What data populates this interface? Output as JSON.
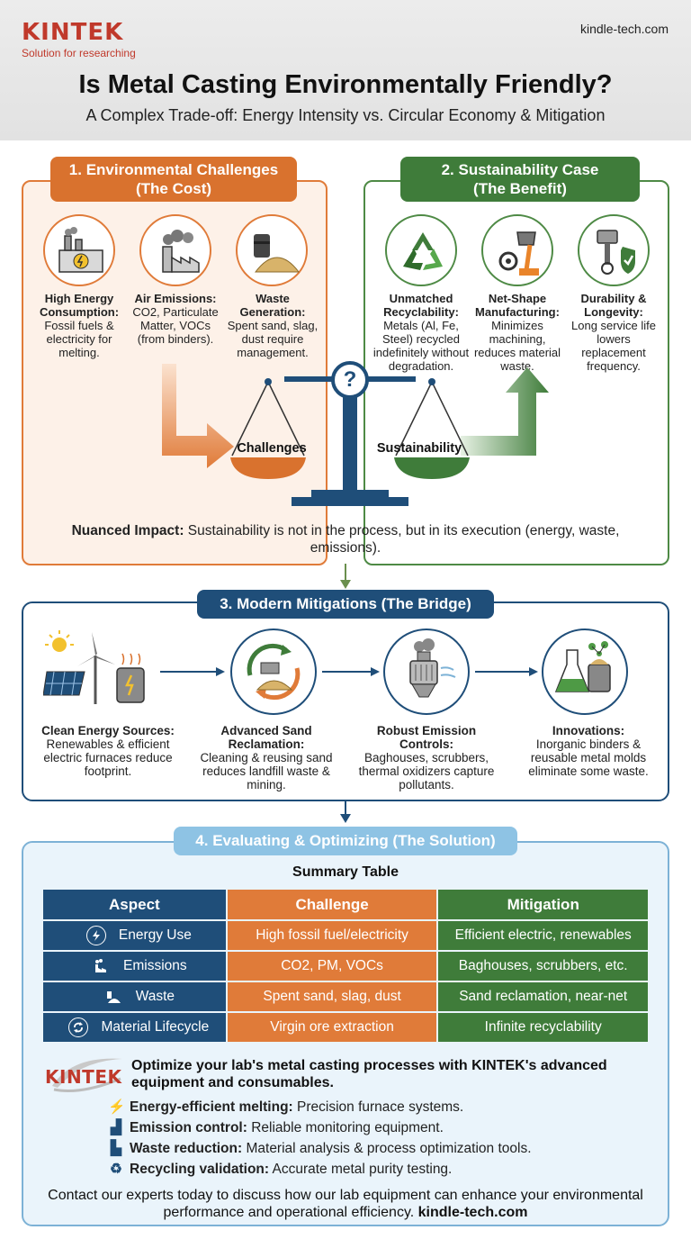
{
  "header": {
    "logo": "KINTEK",
    "logo_tagline": "Solution for researching",
    "site": "kindle-tech.com",
    "title": "Is Metal Casting Environmentally Friendly?",
    "subtitle": "A Complex Trade-off: Energy Intensity vs. Circular Economy & Mitigation"
  },
  "challenges": {
    "heading_line1": "1. Environmental Challenges",
    "heading_line2": "(The Cost)",
    "items": [
      {
        "icon": "factory-energy-icon",
        "title": "High Energy Consumption:",
        "text": "Fossil fuels & electricity for melting."
      },
      {
        "icon": "smokestack-icon",
        "title": "Air Emissions:",
        "text": "CO2, Particulate Matter, VOCs (from binders)."
      },
      {
        "icon": "sand-pile-barrel-icon",
        "title": "Waste Generation:",
        "text": "Spent sand, slag, dust require management."
      }
    ]
  },
  "sustainability": {
    "heading_line1": "2. Sustainability Case",
    "heading_line2": "(The Benefit)",
    "items": [
      {
        "icon": "recycle-icon",
        "title": "Unmatched Recyclability:",
        "text": "Metals (Al, Fe, Steel) recycled indefinitely without degradation."
      },
      {
        "icon": "pouring-ladle-icon",
        "title": "Net-Shape Manufacturing:",
        "text": "Minimizes machining, reduces material waste."
      },
      {
        "icon": "piston-shield-icon",
        "title": "Durability & Longevity:",
        "text": "Long service life lowers replacement frequency."
      }
    ]
  },
  "balance": {
    "question_mark": "?",
    "left_label": "Challenges",
    "right_label": "Sustainability",
    "nuanced_bold": "Nuanced Impact:",
    "nuanced_text": " Sustainability is not in the process, but in its execution (energy, waste, emissions)."
  },
  "mitigations": {
    "heading": "3. Modern Mitigations (The Bridge)",
    "items": [
      {
        "icon": "solar-wind-furnace-icon",
        "title": "Clean Energy Sources:",
        "text": "Renewables & efficient electric furnaces reduce footprint."
      },
      {
        "icon": "sand-reclamation-icon",
        "title": "Advanced Sand Reclamation:",
        "text": "Cleaning & reusing sand reduces landfill waste & mining."
      },
      {
        "icon": "baghouse-filter-icon",
        "title": "Robust Emission Controls:",
        "text": "Baghouses, scrubbers, thermal oxidizers capture pollutants."
      },
      {
        "icon": "flask-innovation-icon",
        "title": "Innovations:",
        "text": "Inorganic binders & reusable metal molds eliminate some waste."
      }
    ]
  },
  "evaluation": {
    "heading": "4. Evaluating & Optimizing (The Solution)",
    "table_title": "Summary Table",
    "columns": [
      "Aspect",
      "Challenge",
      "Mitigation"
    ],
    "rows": [
      {
        "icon": "energy-icon",
        "aspect": "Energy Use",
        "challenge": "High fossil fuel/electricity",
        "mitigation": "Efficient electric, renewables"
      },
      {
        "icon": "emissions-icon",
        "aspect": "Emissions",
        "challenge": "CO2, PM, VOCs",
        "mitigation": "Baghouses, scrubbers, etc."
      },
      {
        "icon": "waste-icon",
        "aspect": "Waste",
        "challenge": "Spent sand, slag, dust",
        "mitigation": "Sand reclamation, near-net"
      },
      {
        "icon": "lifecycle-icon",
        "aspect": "Material Lifecycle",
        "challenge": "Virgin ore extraction",
        "mitigation": "Infinite recyclability"
      }
    ]
  },
  "cta": {
    "logo": "KINTEK",
    "headline": "Optimize your lab's metal casting processes with KINTEK's advanced equipment and consumables.",
    "bullets": [
      {
        "icon": "energy-icon",
        "bold": "Energy-efficient melting:",
        "text": " Precision furnace systems."
      },
      {
        "icon": "emission-chart-icon",
        "bold": "Emission control:",
        "text": " Reliable monitoring equipment."
      },
      {
        "icon": "waste-reduction-icon",
        "bold": "Waste reduction:",
        "text": " Material analysis & process optimization tools."
      },
      {
        "icon": "recycle-icon",
        "bold": "Recycling validation:",
        "text": " Accurate metal purity testing."
      }
    ],
    "contact_text": "Contact our experts today to discuss how our lab equipment can enhance your environmental performance and operational efficiency. ",
    "contact_link": "kindle-tech.com"
  },
  "colors": {
    "challenge": "#e07b39",
    "sustainability": "#3f7c3a",
    "mitigation": "#1f4e79",
    "evaluation": "#8ec3e4",
    "brand": "#c0392b"
  }
}
